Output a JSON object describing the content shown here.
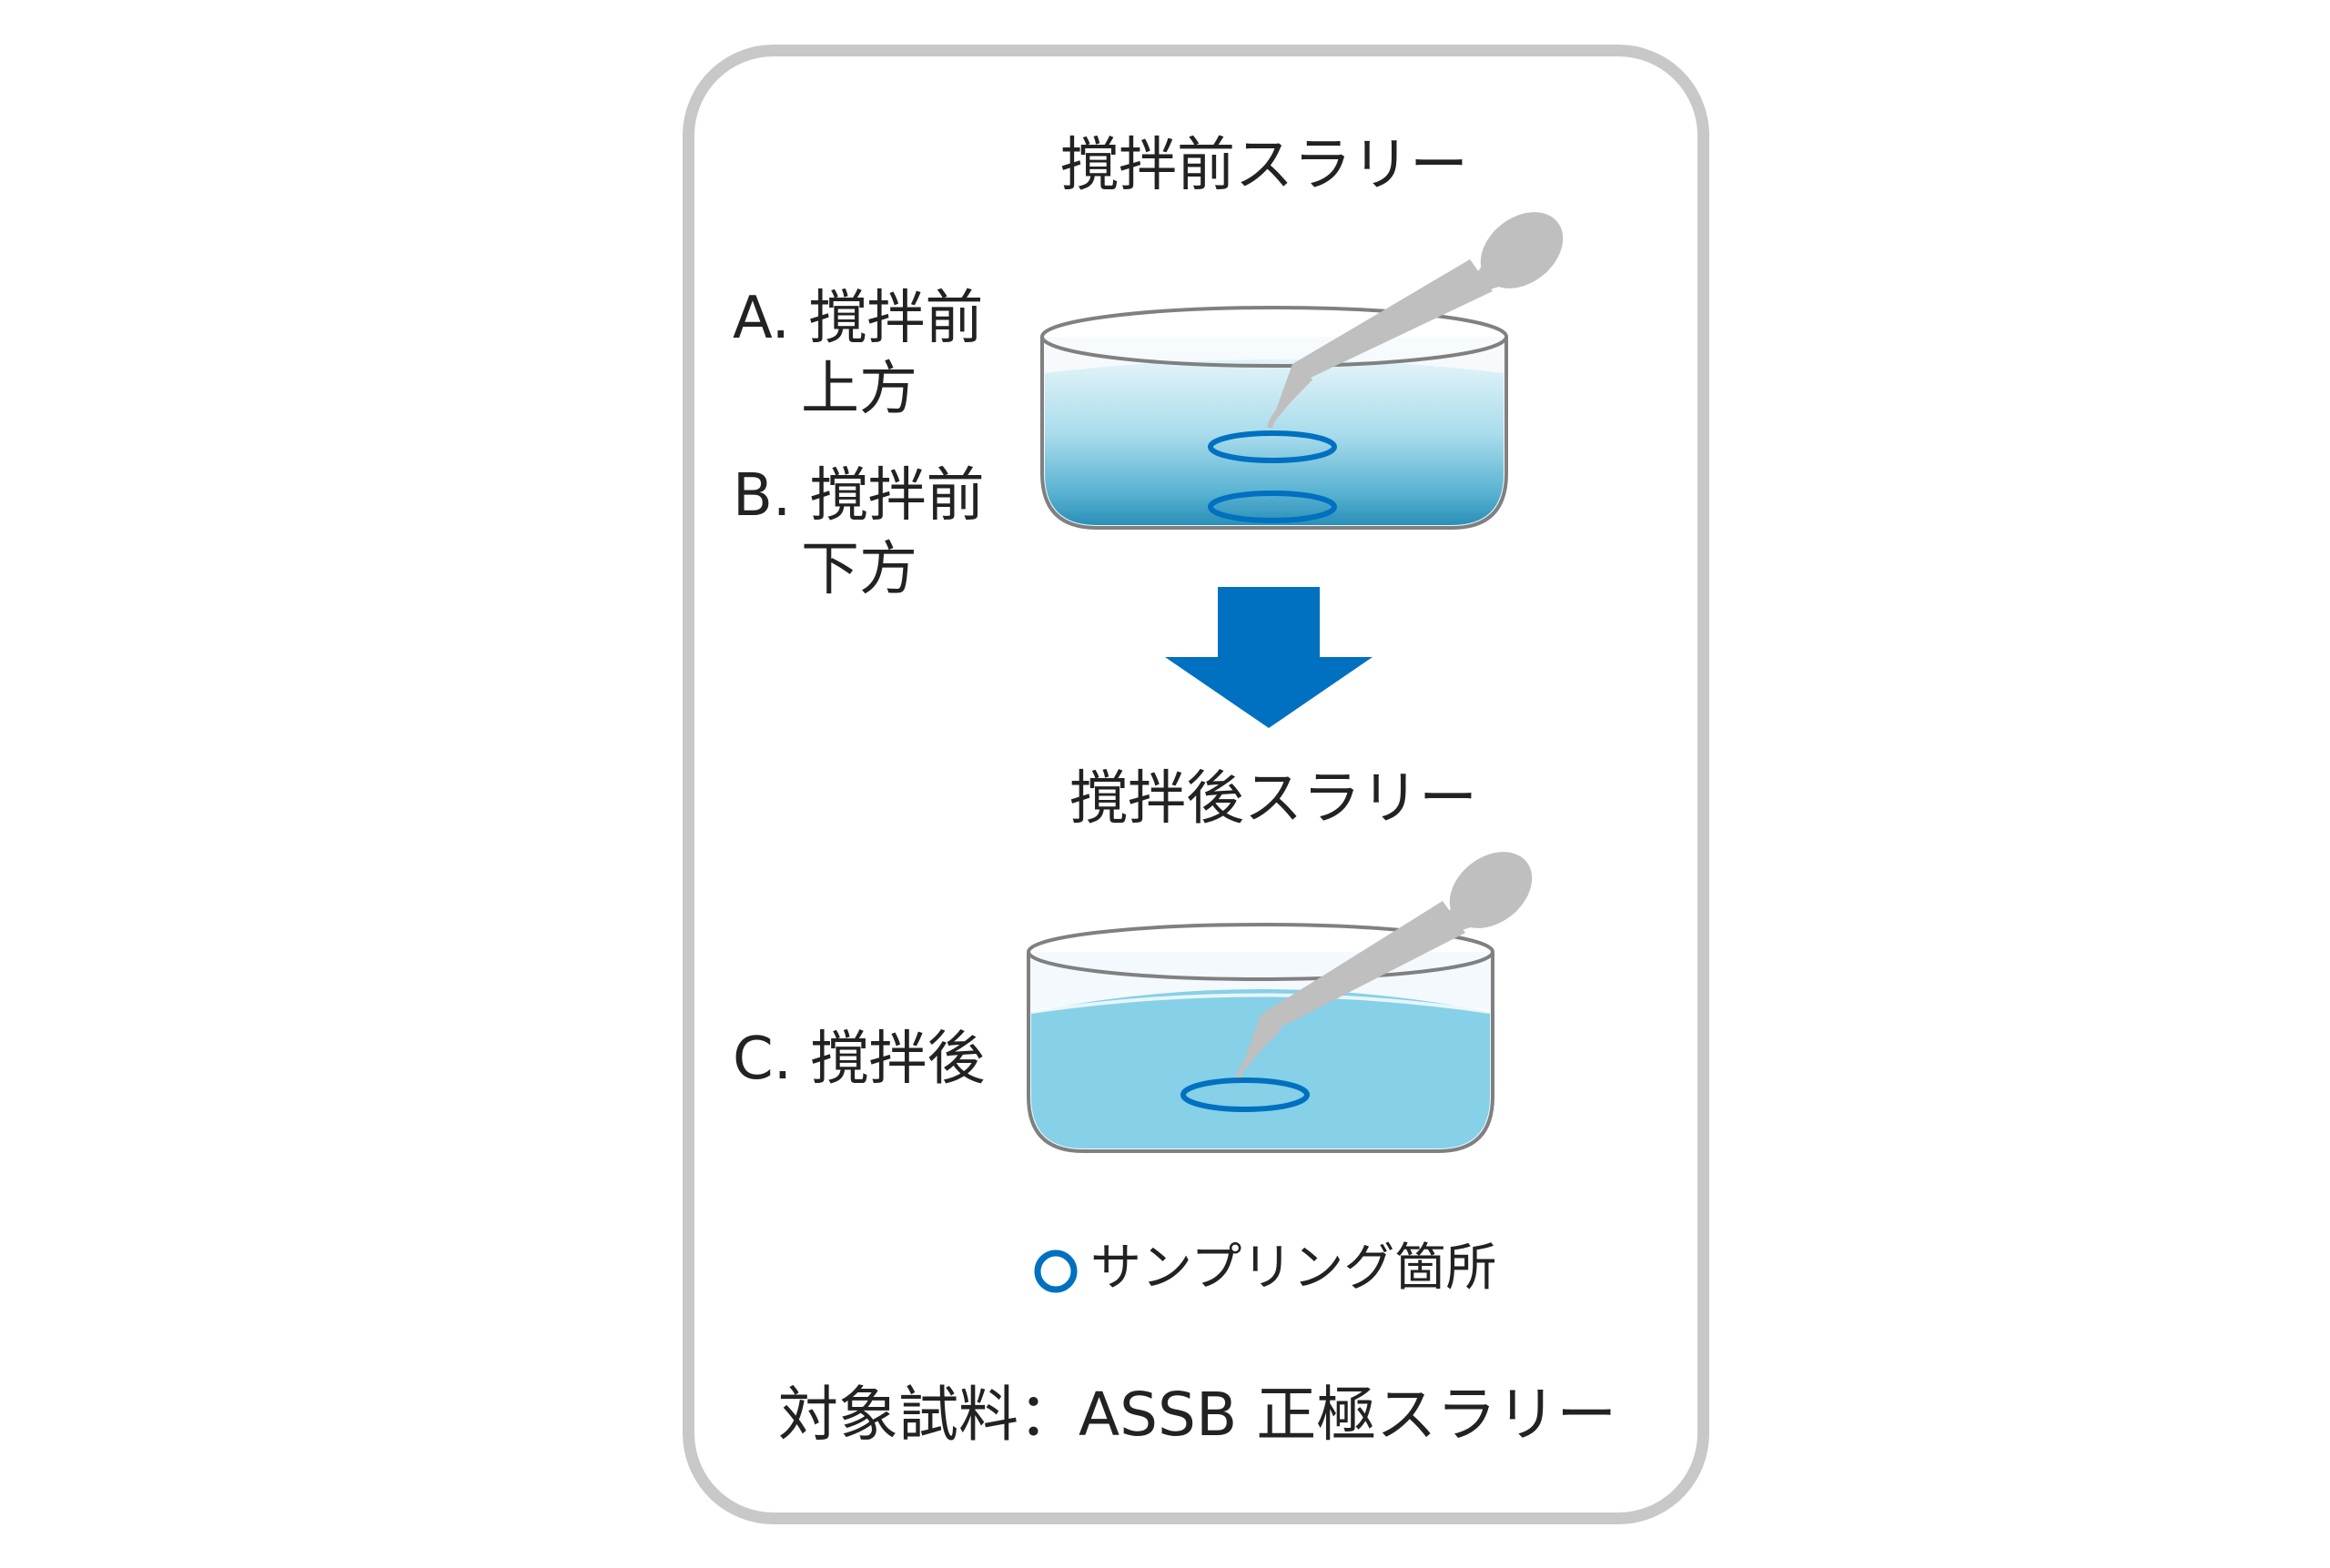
{
  "before": {
    "title": "撹拌前スラリー",
    "label_a_line1": "A. 撹拌前",
    "label_a_line2": "上方",
    "label_b_line1": "B. 撹拌前",
    "label_b_line2": "下方"
  },
  "after": {
    "title": "撹拌後スラリー",
    "label_c": "C. 撹拌後"
  },
  "legend": {
    "marker_icon": "blue-ring-icon",
    "text": "サンプリング箇所"
  },
  "footer": {
    "text": "対象試料：ASSB 正極スラリー"
  },
  "colors": {
    "frame": "#c8c8c8",
    "arrow": "#0070c0",
    "ring": "#0070c0",
    "pipette": "#bfbfbf",
    "dish_outline": "#808080",
    "slurry_top": "#dff2f8",
    "slurry_bottom": "#2a8fb8",
    "slurry_mixed": "#86d0e8"
  }
}
